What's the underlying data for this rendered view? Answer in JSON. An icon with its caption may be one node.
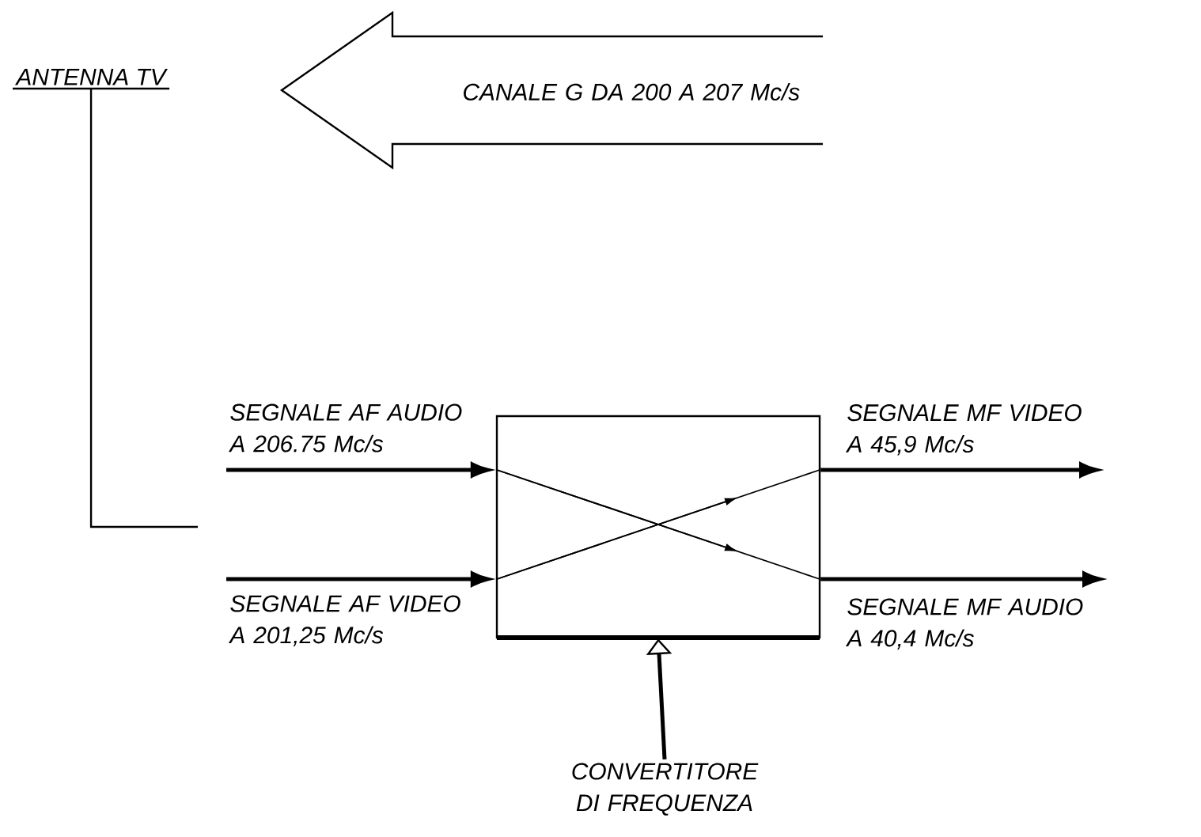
{
  "diagram": {
    "nodes": [
      {
        "text": [
          "ANTENNA TV"
        ]
      },
      {
        "text": [
          "CANALE G DA 200 A 207 Mc/s"
        ]
      },
      {
        "text": [
          "SEGNALE AF AUDIO A 206.75 Mc/s"
        ]
      },
      {
        "text": [
          "SEGNALE AF VIDEO A 201,25 Mc/s"
        ]
      },
      {
        "text": [],
        "shape": "box"
      },
      {
        "text": [
          "SEGNALE MF VIDEO A 45,9 Mc/s"
        ]
      },
      {
        "text": [
          "SEGNALE MF AUDIO A 40,4 Mc/s"
        ]
      },
      {
        "text": [
          "CONVERTITORE DI FREQUENZA"
        ]
      }
    ],
    "edges": [
      {
        "from": 0,
        "to": null,
        "arrow": "none"
      },
      {
        "from": 2,
        "to": 4,
        "arrow": "to"
      },
      {
        "from": 3,
        "to": 4,
        "arrow": "to"
      },
      {
        "from": 4,
        "to": 5,
        "arrow": "to"
      },
      {
        "from": 4,
        "to": 6,
        "arrow": "to"
      },
      {
        "from": 7,
        "to": 4,
        "arrow": "to"
      }
    ]
  }
}
